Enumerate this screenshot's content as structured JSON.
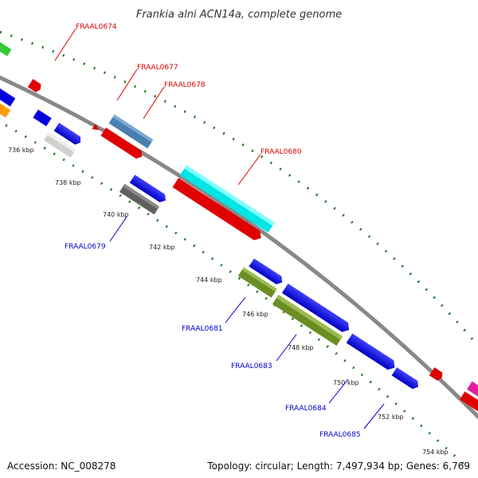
{
  "title": "Frankia alni ACN14a, complete genome",
  "footer": {
    "accession": "Accession: NC_008278",
    "summary": "Topology: circular; Length: 7,497,934 bp; Genes: 6,769"
  },
  "tick_labels": [
    "736 kbp",
    "738 kbp",
    "740 kbp",
    "742 kbp",
    "744 kbp",
    "746 kbp",
    "748 kbp",
    "750 kbp",
    "752 kbp",
    "754 kbp"
  ],
  "gene_labels": {
    "forward": [
      "FRAAL0674",
      "FRAAL0677",
      "FRAAL0678",
      "FRAAL0680"
    ],
    "reverse": [
      "FRAAL0679",
      "FRAAL0681",
      "FRAAL0683",
      "FRAAL0684",
      "FRAAL0685"
    ]
  },
  "colors": {
    "forward_label": "#dd0000",
    "reverse_label": "#0000cc",
    "backbone": "#888888",
    "tick_marks": "#1a7a1a"
  }
}
